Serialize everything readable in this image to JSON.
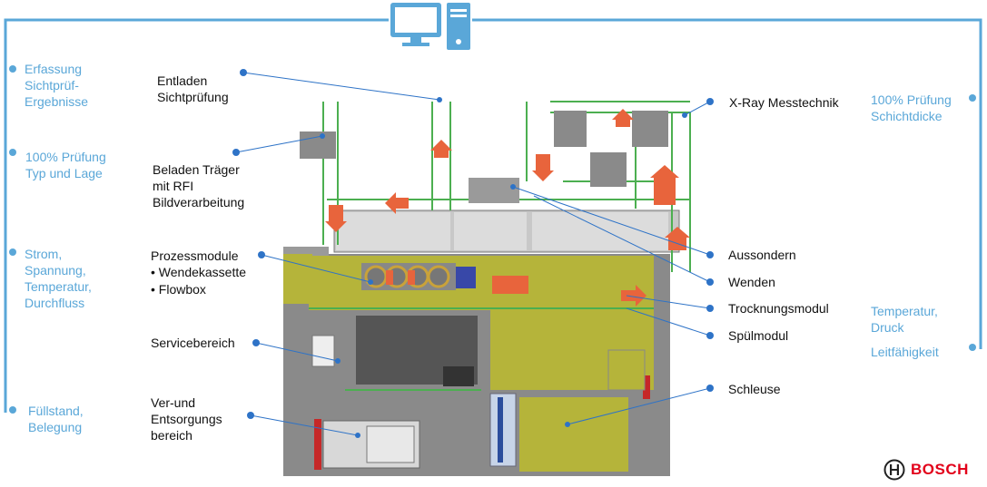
{
  "left_labels": [
    {
      "text": "Erfassung\nSichtprüf-\nErgebnisse"
    },
    {
      "text": "100% Prüfung\nTyp und Lage"
    },
    {
      "text": "Strom,\nSpannung,\nTemperatur,\nDurchfluss"
    },
    {
      "text": "Füllstand,\nBelegung"
    }
  ],
  "right_labels": [
    {
      "text": "100% Prüfung\nSchichtdicke"
    },
    {
      "text": "Temperatur,\nDruck"
    },
    {
      "text": "Leitfähigkeit"
    }
  ],
  "station_labels": {
    "entladen": "Entladen\nSichtprüfung",
    "beladen": "Beladen Träger\nmit RFI\nBildverarbeitung",
    "prozessmodule": "Prozessmodule",
    "wendekassette": "• Wendekassette",
    "flowbox": "•  Flowbox",
    "servicebereich": "Servicebereich",
    "versorgung": "Ver-und\nEntsorgungs\nbereich",
    "xray": "X-Ray Messtechnik",
    "aussondern": "Aussondern",
    "wenden": "Wenden",
    "trocknung": "Trocknungsmodul",
    "spuel": "Spülmodul",
    "schleuse": "Schleuse"
  },
  "brand": {
    "name": "BOSCH"
  },
  "colors": {
    "accent_blue": "#5aa7d8",
    "machine_yellow": "#b5b43a",
    "frame_gray": "#8a8a8a",
    "arrow_orange": "#e8643c",
    "conveyor_green": "#4caf50",
    "brand_red": "#e2001a"
  },
  "icons": [
    "computer-icon"
  ]
}
